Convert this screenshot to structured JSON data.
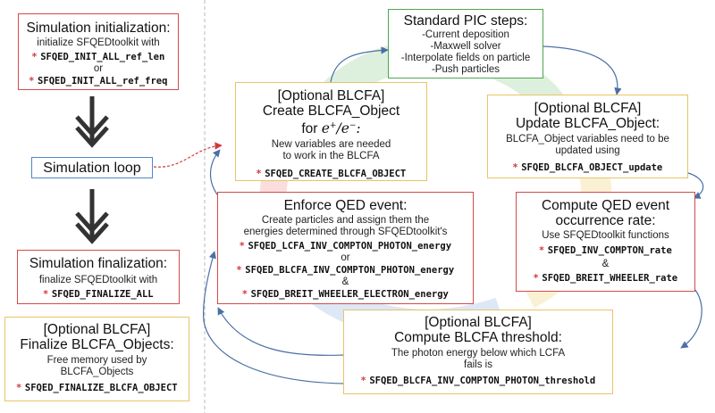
{
  "left": {
    "init": {
      "title": "Simulation initialization:",
      "line1": "initialize SFQEDtoolkit with",
      "code1": "SFQED_INIT_ALL_ref_len",
      "or": "or",
      "code2": "SFQED_INIT_ALL_ref_freq"
    },
    "loop": {
      "title": "Simulation loop"
    },
    "finalize": {
      "title": "Simulation finalization:",
      "line1": "finalize SFQEDtoolkit with",
      "code1": "SFQED_FINALIZE_ALL"
    },
    "finalize_blcfa": {
      "title1": "[Optional BLCFA]",
      "title2": "Finalize BLCFA_Objects:",
      "line1": "Free memory used by",
      "line2": "BLCFA_Objects",
      "code1": "SFQED_FINALIZE_BLCFA_OBJECT"
    }
  },
  "loop": {
    "pic": {
      "title": "Standard PIC steps:",
      "steps": [
        "-Current deposition",
        "-Maxwell solver",
        "-Interpolate fields on particle",
        "-Push particles"
      ]
    },
    "create": {
      "title1": "[Optional BLCFA]",
      "title2": "Create BLCFA_Object",
      "for": "for",
      "species": "e+/e−:",
      "line1": "New variables are needed",
      "line2": "to work in the BLCFA",
      "code1": "SFQED_CREATE_BLCFA_OBJECT"
    },
    "update": {
      "title1": "[Optional BLCFA]",
      "title2": "Update BLCFA_Object:",
      "line1": "BLCFA_Object variables need to be",
      "line2": "updated using",
      "code1": "SFQED_BLCFA_OBJECT_update"
    },
    "enforce": {
      "title": "Enforce QED event:",
      "line1": "Create particles and assign them the",
      "line2": "energies determined through SFQEDtoolkit's",
      "code1": "SFQED_LCFA_INV_COMPTON_PHOTON_energy",
      "or": "or",
      "code2": "SFQED_BLCFA_INV_COMPTON_PHOTON_energy",
      "amp": "&",
      "code3": "SFQED_BREIT_WHEELER_ELECTRON_energy"
    },
    "rate": {
      "title1": "Compute QED event",
      "title2": "occurrence rate:",
      "line1": "Use SFQEDtoolkit functions",
      "code1": "SFQED_INV_COMPTON_rate",
      "amp": "&",
      "code2": "SFQED_BREIT_WHEELER_rate"
    },
    "threshold": {
      "title1": "[Optional BLCFA]",
      "title2": "Compute BLCFA threshold:",
      "line1": "The photon energy below which LCFA",
      "line2": "fails is",
      "code1": "SFQED_BLCFA_INV_COMPTON_PHOTON_threshold"
    }
  },
  "colors": {
    "required_border": "#d24b4b",
    "optional_border": "#e8c466",
    "pic_border": "#4ea64e",
    "loop_border": "#4f86c6",
    "arrow": "#4a6fa5",
    "red_arrow": "#d23a3a",
    "star": "#d23a3a"
  }
}
